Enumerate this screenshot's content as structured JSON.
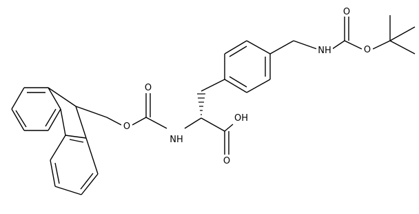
{
  "structure": {
    "atom_labels": {
      "nh_carbamate_fmoc": "NH",
      "nh_carbamate_boc": "NH",
      "o_fmoc_ester": "O",
      "o_fmoc_carbonyl": "O",
      "o_boc_ester": "O",
      "o_boc_carbonyl": "O",
      "oh_acid": "OH",
      "o_acid_carbonyl": "O"
    }
  }
}
